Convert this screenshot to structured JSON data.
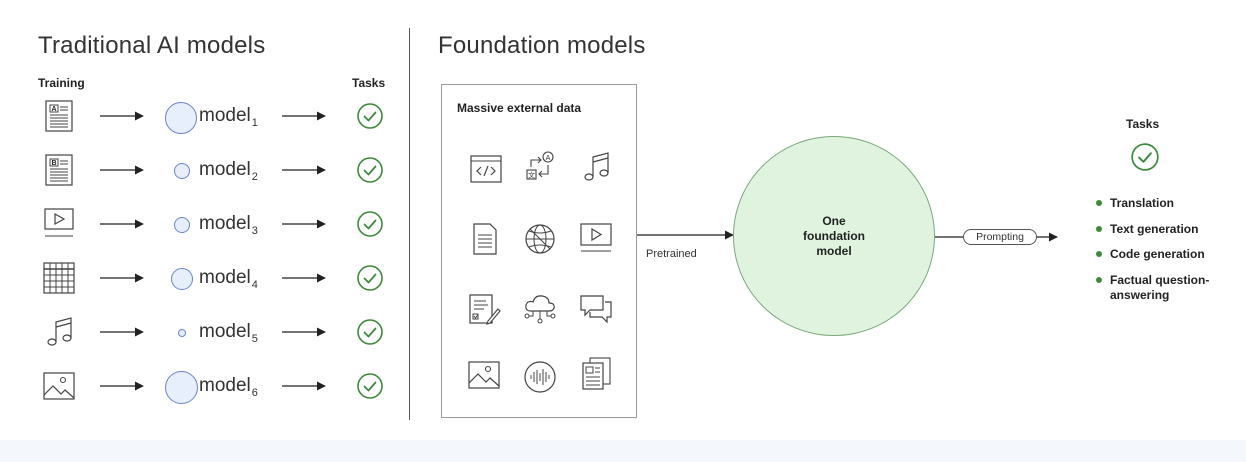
{
  "left": {
    "title": "Traditional AI models",
    "training_label": "Training",
    "tasks_label": "Tasks",
    "rows": [
      {
        "input_icon": "document-a-icon",
        "model": "model",
        "sub": "1"
      },
      {
        "input_icon": "document-b-icon",
        "model": "model",
        "sub": "2"
      },
      {
        "input_icon": "video-icon",
        "model": "model",
        "sub": "3"
      },
      {
        "input_icon": "table-icon",
        "model": "model",
        "sub": "4"
      },
      {
        "input_icon": "music-note-icon",
        "model": "model",
        "sub": "5"
      },
      {
        "input_icon": "image-icon",
        "model": "model",
        "sub": "6"
      }
    ]
  },
  "right": {
    "title": "Foundation models",
    "data_box_title": "Massive external data",
    "data_icons": [
      "code-icon",
      "translate-icon",
      "music-note-icon",
      "document-icon",
      "globe-icon",
      "video-icon",
      "form-icon",
      "cloud-network-icon",
      "chat-icon",
      "image-icon",
      "audio-wave-icon",
      "documents-icon"
    ],
    "pretrained_label": "Pretrained",
    "foundation_model_lines": [
      "One",
      "foundation",
      "model"
    ],
    "prompting_label": "Prompting",
    "tasks_label": "Tasks",
    "tasks": [
      "Translation",
      "Text generation",
      "Code generation",
      "Factual question-answering"
    ]
  },
  "colors": {
    "check_green": "#3d8a3d",
    "model_bubble_fill": "#e7eefc",
    "model_bubble_stroke": "#6a86c9",
    "foundation_fill": "#dff3de",
    "foundation_stroke": "#7aa77a"
  }
}
